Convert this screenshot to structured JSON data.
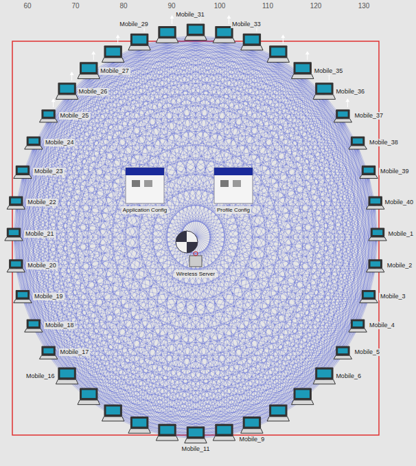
{
  "diagram": {
    "labels": [
      "60",
      "70",
      "80",
      "90",
      "100",
      "110",
      "120",
      "130",
      "Mobile_1",
      "Mobile_2",
      "Mobile_3",
      "Mobile_4",
      "Mobile_5",
      "Mobile_6",
      "Mobile_9",
      "Mobile_11",
      "Mobile_16",
      "Mobile_17",
      "Mobile_18",
      "Mobile_19",
      "Mobile_20",
      "Mobile_21",
      "Mobile_22",
      "Mobile_23",
      "Mobile_24",
      "Mobile_25",
      "Mobile_26",
      "Mobile_27",
      "Mobile_29",
      "Mobile_31",
      "Mobile_33",
      "Mobile_35",
      "Mobile_36",
      "Mobile_37",
      "Mobile_38",
      "Mobile_39",
      "Mobile_40",
      "Application Config",
      "Profile Config",
      "Wireless Server"
    ]
  }
}
